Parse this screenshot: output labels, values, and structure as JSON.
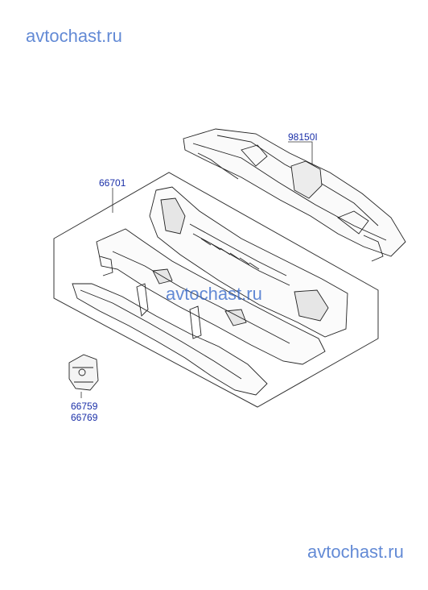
{
  "watermarks": {
    "top": "avtochast.ru",
    "middle": "avtochast.ru",
    "bottom": "avtochast.ru"
  },
  "callouts": {
    "cowl_cover": "98150I",
    "cowl_assembly": "66701",
    "bracket_a": "66759",
    "bracket_b": "66769"
  },
  "colors": {
    "watermark": "#2f64c8",
    "callout_text": "#1a2fa8",
    "line": "#222222"
  }
}
